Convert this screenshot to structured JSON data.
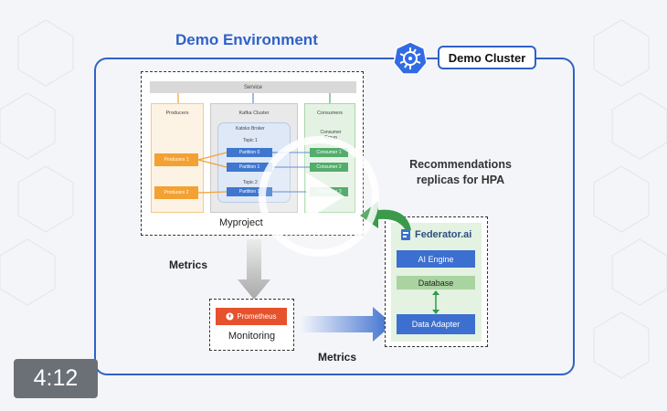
{
  "header": {
    "title": "Demo Environment"
  },
  "cluster": {
    "label": "Demo Cluster"
  },
  "myproject": {
    "label": "Myproject",
    "service": "Service",
    "producers": {
      "title": "Producers",
      "items": [
        "Producers 1",
        "Producers 2"
      ]
    },
    "kafka": {
      "title": "Kafka Cluster",
      "broker": "Katoko Broker",
      "topic1": "Topic 1",
      "topic2": "Topic 2",
      "partitions": [
        "Partition 0",
        "Partition 1",
        "Partition 1"
      ]
    },
    "consumers": {
      "title": "Consumers",
      "group": "Consumer Group",
      "items": [
        "Consumer 1",
        "Consumer 2",
        "Consumer 3"
      ]
    }
  },
  "federator": {
    "logo": "Federator.ai",
    "ai_engine": "AI Engine",
    "database": "Database",
    "data_adapter": "Data Adapter"
  },
  "monitoring": {
    "badge": "Prometheus",
    "label": "Monitoring"
  },
  "labels": {
    "metrics_top": "Metrics",
    "metrics_bottom": "Metrics",
    "recommend_line1": "Recommendations",
    "recommend_line2": "replicas for HPA"
  },
  "video": {
    "duration": "4:12"
  },
  "colors": {
    "accent": "#2f62c8",
    "producer": "#f3a133",
    "partition": "#3f77cf",
    "consumer": "#2f9b4c",
    "prometheus": "#e6522c",
    "federator_bg": "#e4f2e1",
    "arrow_green": "#3a9a4a"
  }
}
